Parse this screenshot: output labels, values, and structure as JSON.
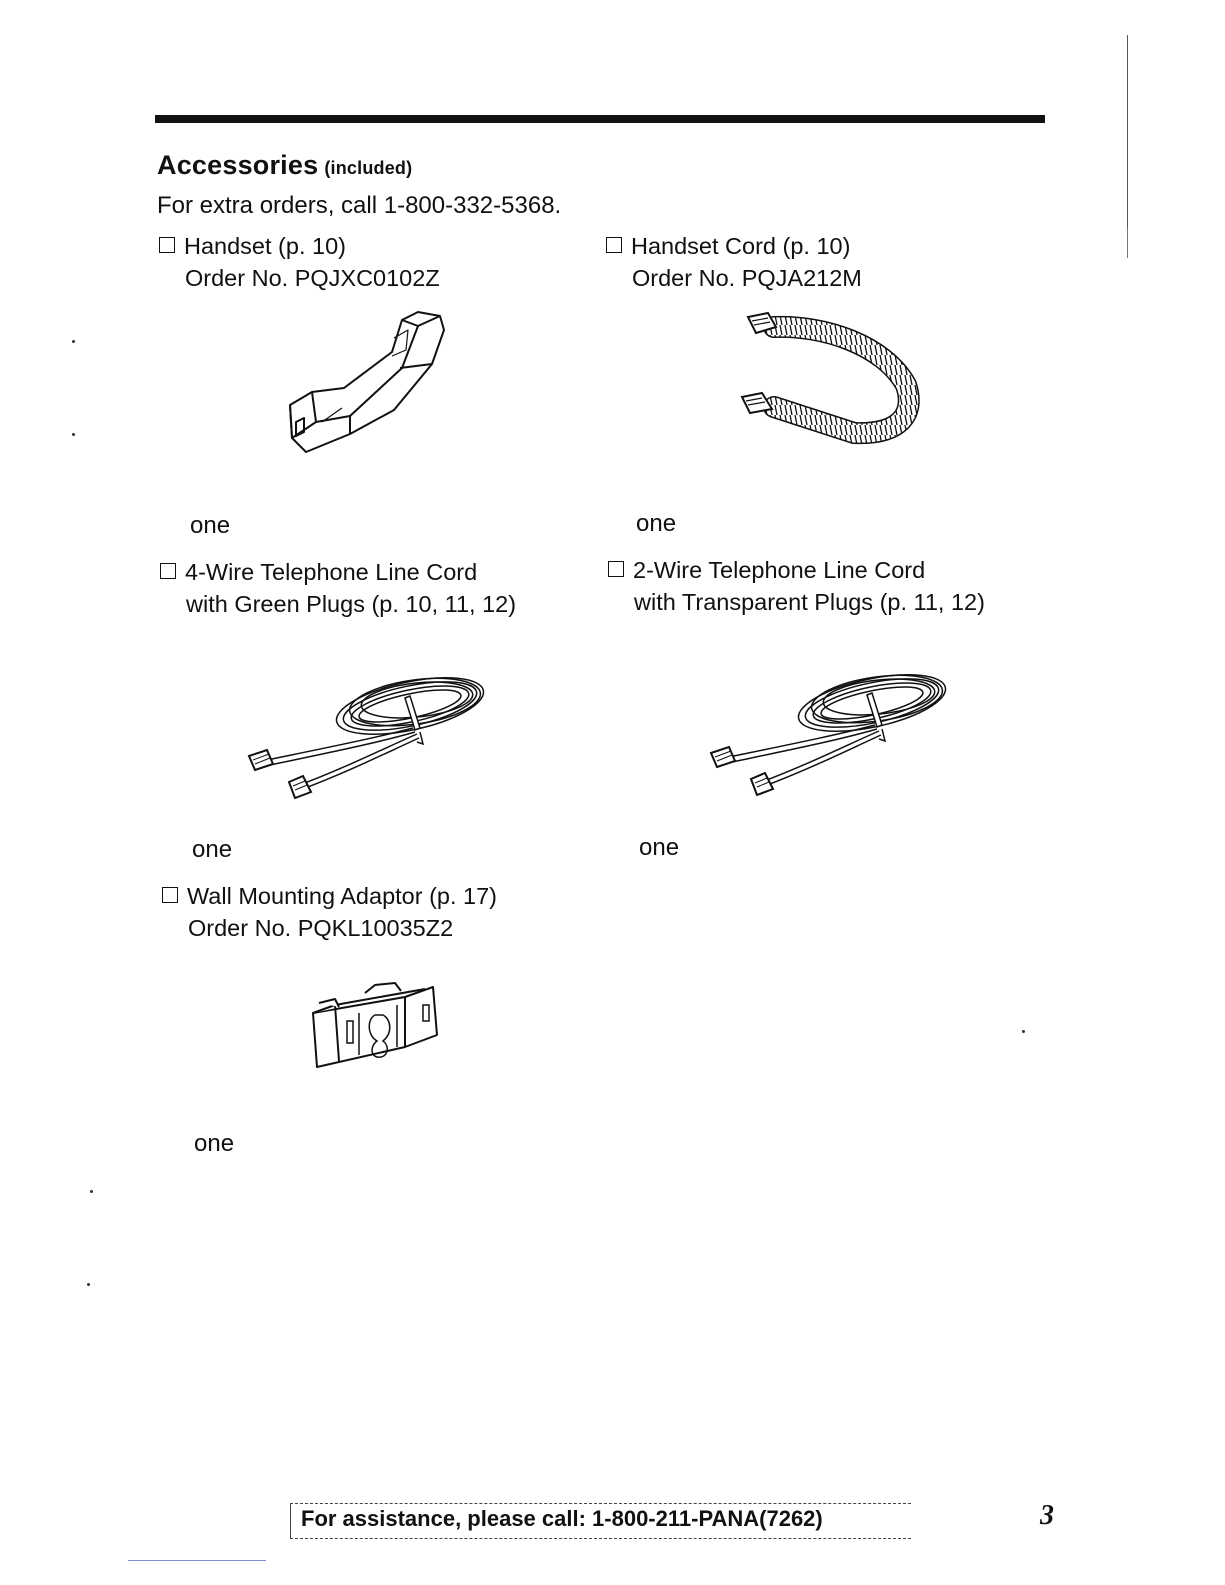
{
  "header": {
    "title": "Accessories",
    "title_suffix": "(included)",
    "order_note": "For extra orders, call 1-800-332-5368."
  },
  "items": [
    {
      "name": "Handset (p. 10)",
      "order": "Order No. PQJXC0102Z",
      "qty": "one",
      "icon": "handset-illustration"
    },
    {
      "name": "Handset Cord (p. 10)",
      "order": "Order No. PQJA212M",
      "qty": "one",
      "icon": "coiled-cord-illustration"
    },
    {
      "name": "4-Wire Telephone Line Cord",
      "order": "with Green Plugs (p. 10, 11, 12)",
      "qty": "one",
      "icon": "line-cord-illustration"
    },
    {
      "name": "2-Wire Telephone Line Cord",
      "order": "with Transparent Plugs (p. 11, 12)",
      "qty": "one",
      "icon": "line-cord-illustration"
    },
    {
      "name": "Wall Mounting Adaptor (p. 17)",
      "order": "Order No. PQKL10035Z2",
      "qty": "one",
      "icon": "wall-adaptor-illustration"
    }
  ],
  "footer": {
    "assistance": "For assistance, please call: 1-800-211-PANA(7262)",
    "page_number": "3"
  }
}
